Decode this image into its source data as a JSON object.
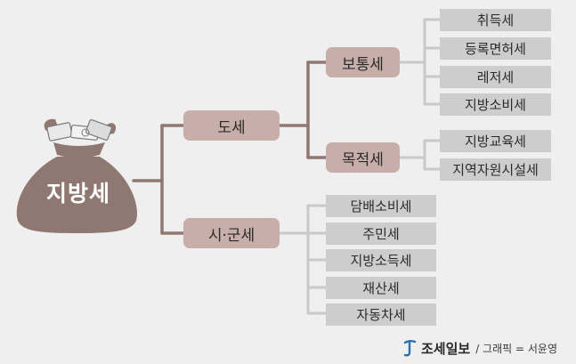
{
  "root": {
    "label": "지방세"
  },
  "branches": [
    {
      "label": "도세"
    },
    {
      "label": "시·군세"
    }
  ],
  "subbranches": [
    {
      "label": "보통세"
    },
    {
      "label": "목적세"
    }
  ],
  "ordinary_taxes": [
    "취득세",
    "등록면허세",
    "레저세",
    "지방소비세"
  ],
  "purpose_taxes": [
    "지방교육세",
    "지역자원시설세"
  ],
  "city_taxes": [
    "담배소비세",
    "주민세",
    "지방소득세",
    "재산세",
    "자동차세"
  ],
  "footer": {
    "brand": "조세일보",
    "credit": "/ 그래픽 = 서윤영"
  },
  "colors": {
    "background": "#f0efef",
    "bag": "#8f7772",
    "branch_box": "#c7aea8",
    "leaf_box": "#cdcdcd",
    "connector": "#8f7772",
    "leaf_connector": "#c9c9c9",
    "brand_accent": "#2a6fb0"
  }
}
